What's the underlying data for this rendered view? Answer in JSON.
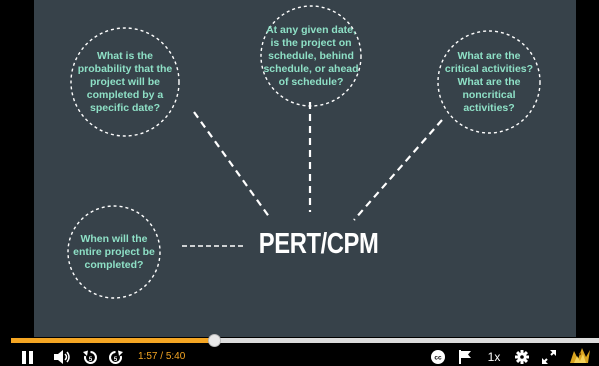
{
  "slide": {
    "title": "PERT/CPM",
    "bubbles": {
      "probability": [
        "What is the",
        "probability that the",
        "project will be",
        "completed by a",
        "specific date?"
      ],
      "schedule": [
        "At any given date,",
        "is the project on",
        "schedule, behind",
        "schedule, or ahead",
        "of schedule?"
      ],
      "critical": [
        "What are the",
        "critical activities?",
        "What are the",
        "noncritical",
        "activities?"
      ],
      "completion": [
        "When will the",
        "entire project be",
        "completed?"
      ]
    }
  },
  "player": {
    "progress_fraction": 0.346,
    "current_time": "1:57",
    "separator": "/",
    "total_time": "5:40",
    "speed_label": "1x",
    "colors": {
      "accent": "#f5a623",
      "slide_bg": "#37424a",
      "bubble_text": "#8ee0c6"
    },
    "icons": [
      "pause-icon",
      "volume-icon",
      "rewind-icon",
      "forward-icon",
      "cc-icon",
      "flag-icon",
      "settings-icon",
      "fullscreen-icon",
      "logo-icon"
    ]
  }
}
